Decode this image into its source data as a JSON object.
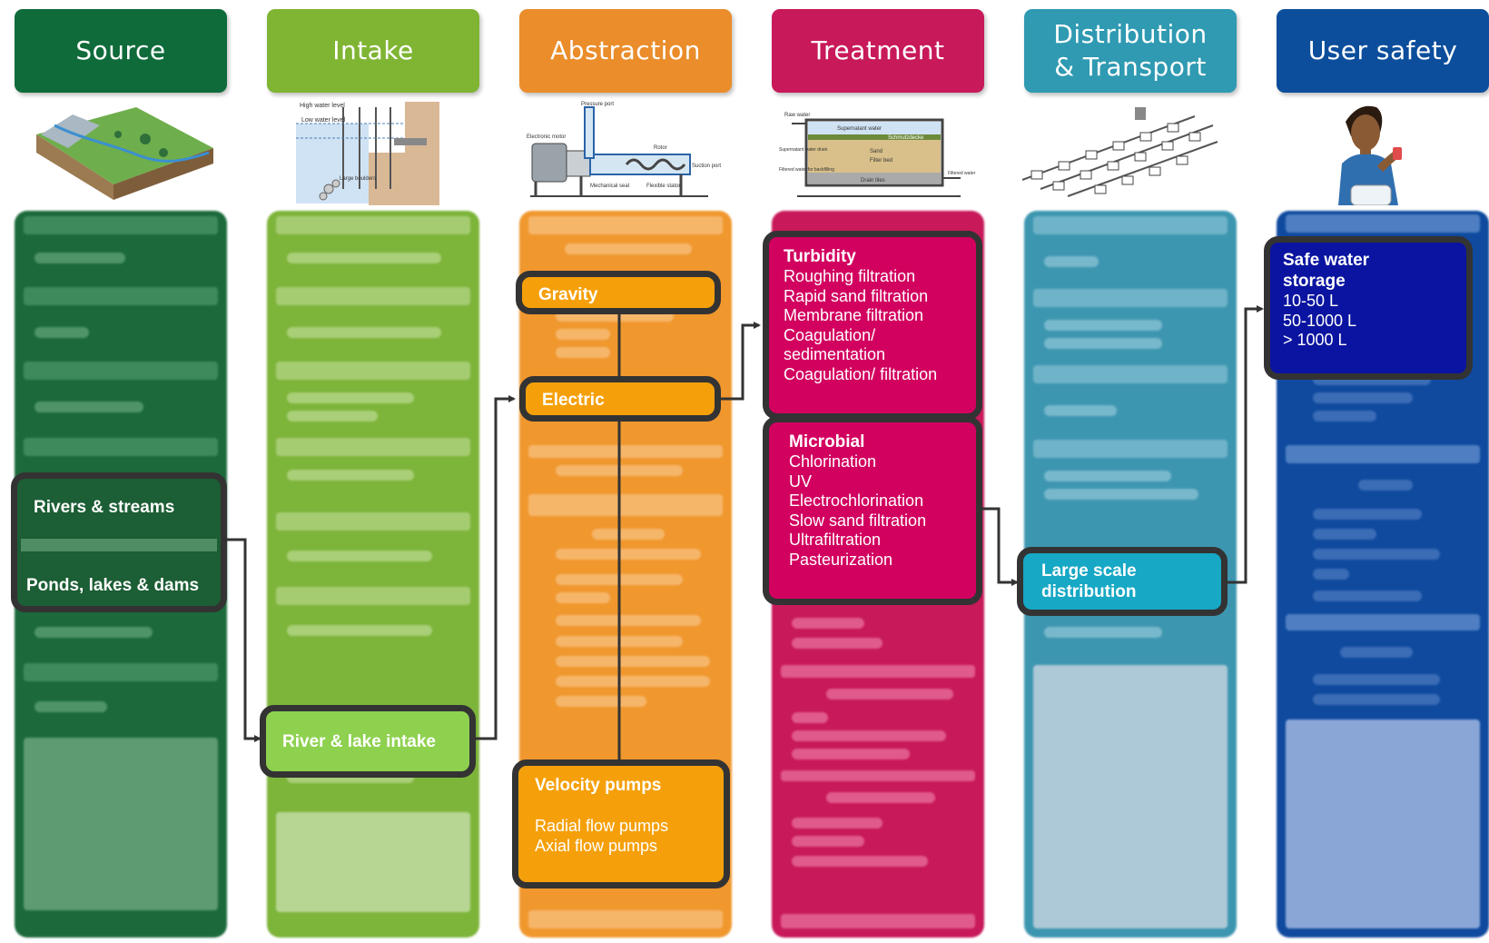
{
  "headers": {
    "source": "Source",
    "intake": "Intake",
    "abstraction": "Abstraction",
    "treatment": "Treatment",
    "distribution_line1": "Distribution",
    "distribution_line2": "& Transport",
    "user_safety": "User safety"
  },
  "colors": {
    "source": "#0f6b3a",
    "intake": "#7fb533",
    "abstraction": "#ea8d2a",
    "treatment": "#c8195a",
    "distribution": "#2f9ab2",
    "user_safety": "#0c4e9c"
  },
  "illustration_labels": {
    "intake_high": "High water level",
    "intake_low": "Low water level",
    "intake_boulders": "Large boulders",
    "pump_pressure": "Pressure port",
    "pump_motor": "Electronic motor",
    "pump_rotor": "Rotor",
    "pump_suction": "Suction port",
    "pump_seal": "Mechanical seal",
    "pump_stator": "Flexible stator",
    "filter_raw": "Raw water",
    "filter_super": "Supernatant water",
    "filter_schmutz": "Schmutzdecke",
    "filter_sand": "Sand",
    "filter_bed": "Filter bed",
    "filter_drain": "Supernatant water drain",
    "filter_back": "Filtered water for backfilling",
    "filter_tiles": "Drain tiles",
    "filter_out": "Filtered water"
  },
  "boxes": {
    "rivers": "Rivers & streams",
    "ponds": "Ponds, lakes & dams",
    "intake": "River & lake intake",
    "gravity": "Gravity",
    "electric": "Electric",
    "velocity_title": "Velocity pumps",
    "velocity_items": [
      "Radial flow pumps",
      "Axial flow pumps"
    ],
    "turbidity_title": "Turbidity",
    "turbidity_items": [
      "Roughing filtration",
      "Rapid sand filtration",
      "Membrane filtration",
      "Coagulation/",
      "sedimentation",
      "Coagulation/ filtration"
    ],
    "microbial_title": "Microbial",
    "microbial_items": [
      "Chlorination",
      "UV",
      "Electrochlorination",
      "Slow sand filtration",
      "Ultrafiltration",
      "Pasteurization"
    ],
    "distribution_line1": "Large scale",
    "distribution_line2": "distribution",
    "safe_title_line1": "Safe water",
    "safe_title_line2": "storage",
    "safe_items": [
      "10-50 L",
      "50-1000 L",
      "> 1000 L"
    ]
  }
}
